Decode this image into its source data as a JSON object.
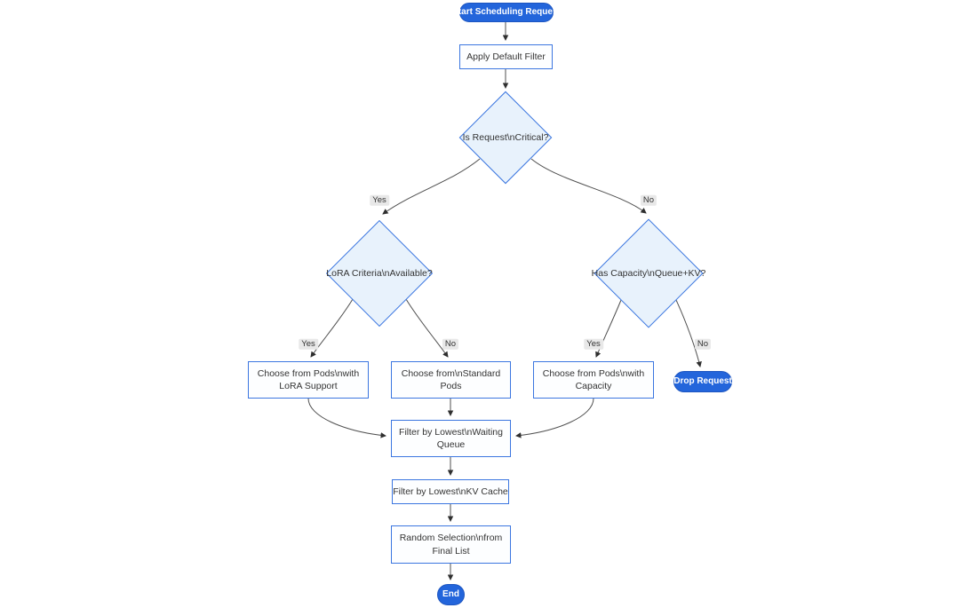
{
  "diagram": {
    "type": "flowchart",
    "colors": {
      "background": "#ffffff",
      "pill_fill": "#2365db",
      "pill_text": "#ffffff",
      "node_border": "#3b76e0",
      "rect_fill": "#fdfeff",
      "diamond_fill": "#e8f2fc",
      "node_text": "#333333",
      "edge_stroke": "#4f4f4f",
      "edge_label_bg": "#e8e8e8",
      "edge_label_text": "#333333"
    },
    "nodes": {
      "start": {
        "label": "Start Scheduling Request"
      },
      "apply_default_filter": {
        "label": "Apply Default Filter"
      },
      "is_critical": {
        "label": "Is Request\\nCritical?"
      },
      "lora_criteria": {
        "label": "LoRA Criteria\\nAvailable?"
      },
      "has_capacity": {
        "label": "Has Capacity\\nQueue+KV?"
      },
      "choose_lora_pods": {
        "label": [
          "Choose from Pods\\nwith",
          "LoRA Support"
        ]
      },
      "choose_standard_pods": {
        "label": [
          "Choose from\\nStandard",
          "Pods"
        ]
      },
      "choose_capacity_pods": {
        "label": [
          "Choose from Pods\\nwith",
          "Capacity"
        ]
      },
      "drop_request": {
        "label": "Drop Request"
      },
      "filter_waiting_queue": {
        "label": [
          "Filter by Lowest\\nWaiting",
          "Queue"
        ]
      },
      "filter_kv_cache": {
        "label": "Filter by Lowest\\nKV Cache"
      },
      "random_selection": {
        "label": [
          "Random Selection\\nfrom",
          "Final List"
        ]
      },
      "end": {
        "label": "End"
      }
    },
    "edge_labels": {
      "critical_yes": "Yes",
      "critical_no": "No",
      "lora_yes": "Yes",
      "lora_no": "No",
      "capacity_yes": "Yes",
      "capacity_no": "No"
    }
  }
}
